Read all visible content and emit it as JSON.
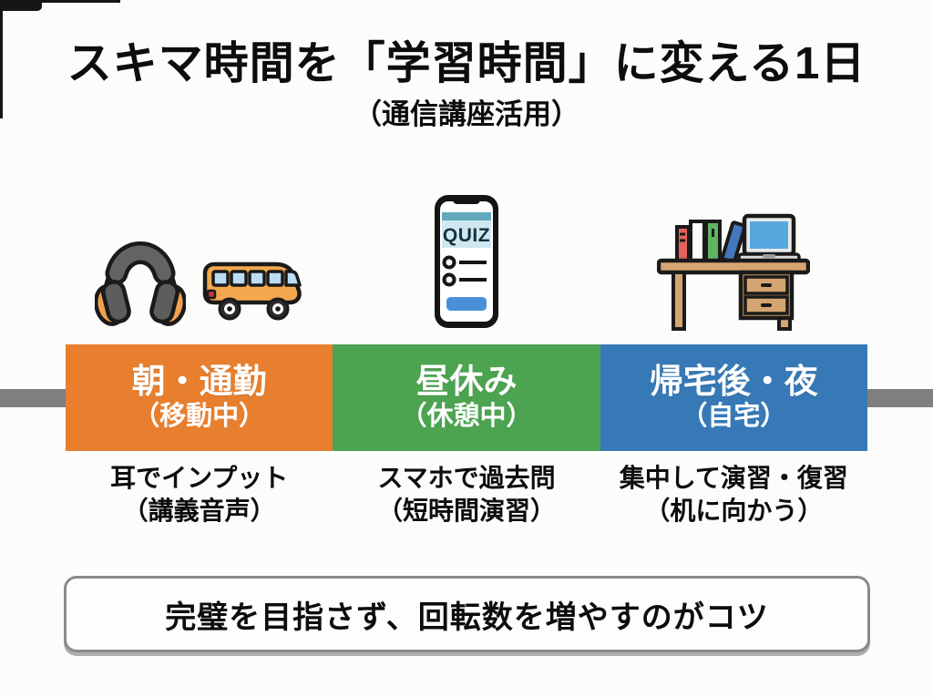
{
  "header": {
    "title": "スキマ時間を「学習時間」に変える1日",
    "subtitle": "（通信講座活用）"
  },
  "timeline": {
    "bar_color": "#7F7F7F",
    "segments": [
      {
        "label": "朝・通勤",
        "sublabel": "（移動中）",
        "color": "#E77F2E",
        "note": "耳でインプット",
        "note_sub": "（講義音声）",
        "icons": [
          "headphones-icon",
          "bus-icon"
        ]
      },
      {
        "label": "昼休み",
        "sublabel": "（休憩中）",
        "color": "#4CA350",
        "note": "スマホで過去問",
        "note_sub": "（短時間演習）",
        "icons": [
          "quiz-phone-icon"
        ]
      },
      {
        "label": "帰宅後・夜",
        "sublabel": "（自宅）",
        "color": "#3779B7",
        "note": "集中して演習・復習",
        "note_sub": "（机に向かう）",
        "icons": [
          "study-desk-icon"
        ]
      }
    ]
  },
  "phone": {
    "screen_text": "QUIZ"
  },
  "footer": {
    "tip": "完璧を目指さず、回転数を増やすのがコツ"
  }
}
